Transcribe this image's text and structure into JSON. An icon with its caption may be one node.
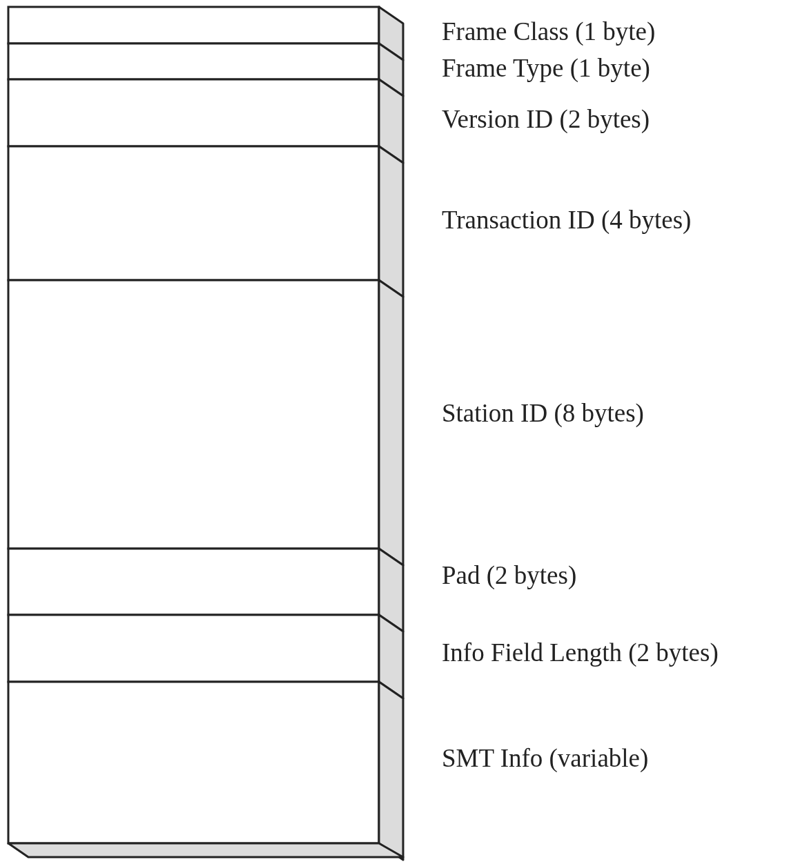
{
  "diagram": {
    "nodes": [
      {
        "text": [],
        "shape": "box",
        "beside": [
          "Frame Class (1 byte)"
        ]
      },
      {
        "text": [],
        "shape": "box",
        "beside": [
          "Frame Type (1 byte)"
        ]
      },
      {
        "text": [],
        "shape": "box",
        "beside": [
          "Version ID (2 bytes)"
        ]
      },
      {
        "text": [],
        "shape": "box",
        "beside": [
          "Transaction ID (4 bytes)"
        ]
      },
      {
        "text": [],
        "shape": "box",
        "beside": [
          "Station ID (8 bytes)"
        ]
      },
      {
        "text": [],
        "shape": "box",
        "beside": [
          "Pad (2 bytes)"
        ]
      },
      {
        "text": [],
        "shape": "box",
        "beside": [
          "Info Field Length (2 bytes)"
        ]
      },
      {
        "text": [],
        "shape": "box",
        "beside": [
          "SMT Info (variable)"
        ]
      }
    ]
  }
}
